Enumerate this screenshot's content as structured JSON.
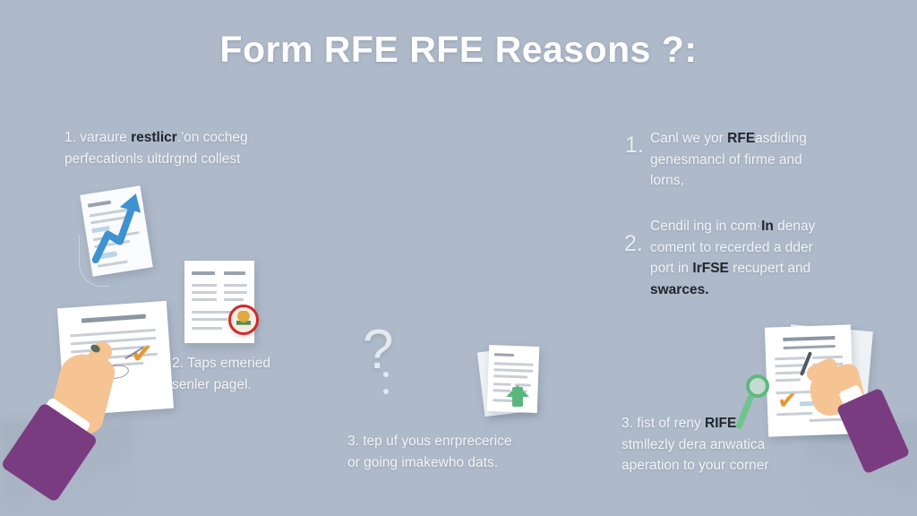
{
  "page": {
    "title": "Form RFE RFE Reasons ?:",
    "background_color": "#aeb9c9",
    "title_color": "#fdfdfd",
    "body_text_color": "#f2f4f7",
    "bold_text_color": "#20262e",
    "accent_purple": "#7a3c80",
    "accent_orange": "#e8972f",
    "accent_green": "#5db57e",
    "accent_red": "#cf2b2b",
    "accent_blue": "#3e92cf"
  },
  "text_blocks": {
    "left_1": {
      "lines": [
        {
          "pre": "1. varaure ",
          "bold": "restlicr",
          "post": ".'on cocheg"
        },
        {
          "pre": "perfecationls ultdrgnd collest",
          "bold": "",
          "post": ""
        }
      ]
    },
    "left_2": {
      "lines": [
        {
          "pre": "2. Taps emeried",
          "bold": "",
          "post": ""
        },
        {
          "pre": "senler pagel.",
          "bold": "",
          "post": ""
        }
      ]
    },
    "center_3": {
      "lines": [
        {
          "pre": "3. tep uf yous enrprecerice",
          "bold": "",
          "post": ""
        },
        {
          "pre": "or going imakewho dats.",
          "bold": "",
          "post": ""
        }
      ]
    },
    "right_1": {
      "number": "1.",
      "lines": [
        {
          "pre": "Canl we yor ",
          "bold": "RFE",
          "post": "asdiding"
        },
        {
          "pre": "genesmancl of firme and",
          "bold": "",
          "post": ""
        },
        {
          "pre": "lorns,",
          "bold": "",
          "post": ""
        }
      ]
    },
    "right_2": {
      "number": "2.",
      "lines": [
        {
          "pre": "Cendil ing in com·",
          "bold": "In",
          "post": " denay"
        },
        {
          "pre": "coment to recerded a dder",
          "bold": "",
          "post": ""
        },
        {
          "pre": "port in ",
          "bold": "IrFSE",
          "post": " recupert and"
        },
        {
          "pre": "",
          "bold": "swarces.",
          "post": ""
        }
      ]
    },
    "right_3": {
      "lines": [
        {
          "pre": "3. fist of reny ",
          "bold": "RIFE",
          "post": ""
        },
        {
          "pre": "stmllezly dera anwatica",
          "bold": "",
          "post": ""
        },
        {
          "pre": "aperation to your corner",
          "bold": "",
          "post": ""
        }
      ]
    }
  },
  "illustrations": {
    "chart_document": "document-with-rising-blue-arrow",
    "seal_document": "document-with-red-circular-seal",
    "left_hand_document": "hand-holding-signed-document",
    "question_mark": "?",
    "stacked_documents": "stacked-documents-with-green-arrow",
    "right_hand_document": "hand-signing-document-with-magnifier"
  }
}
